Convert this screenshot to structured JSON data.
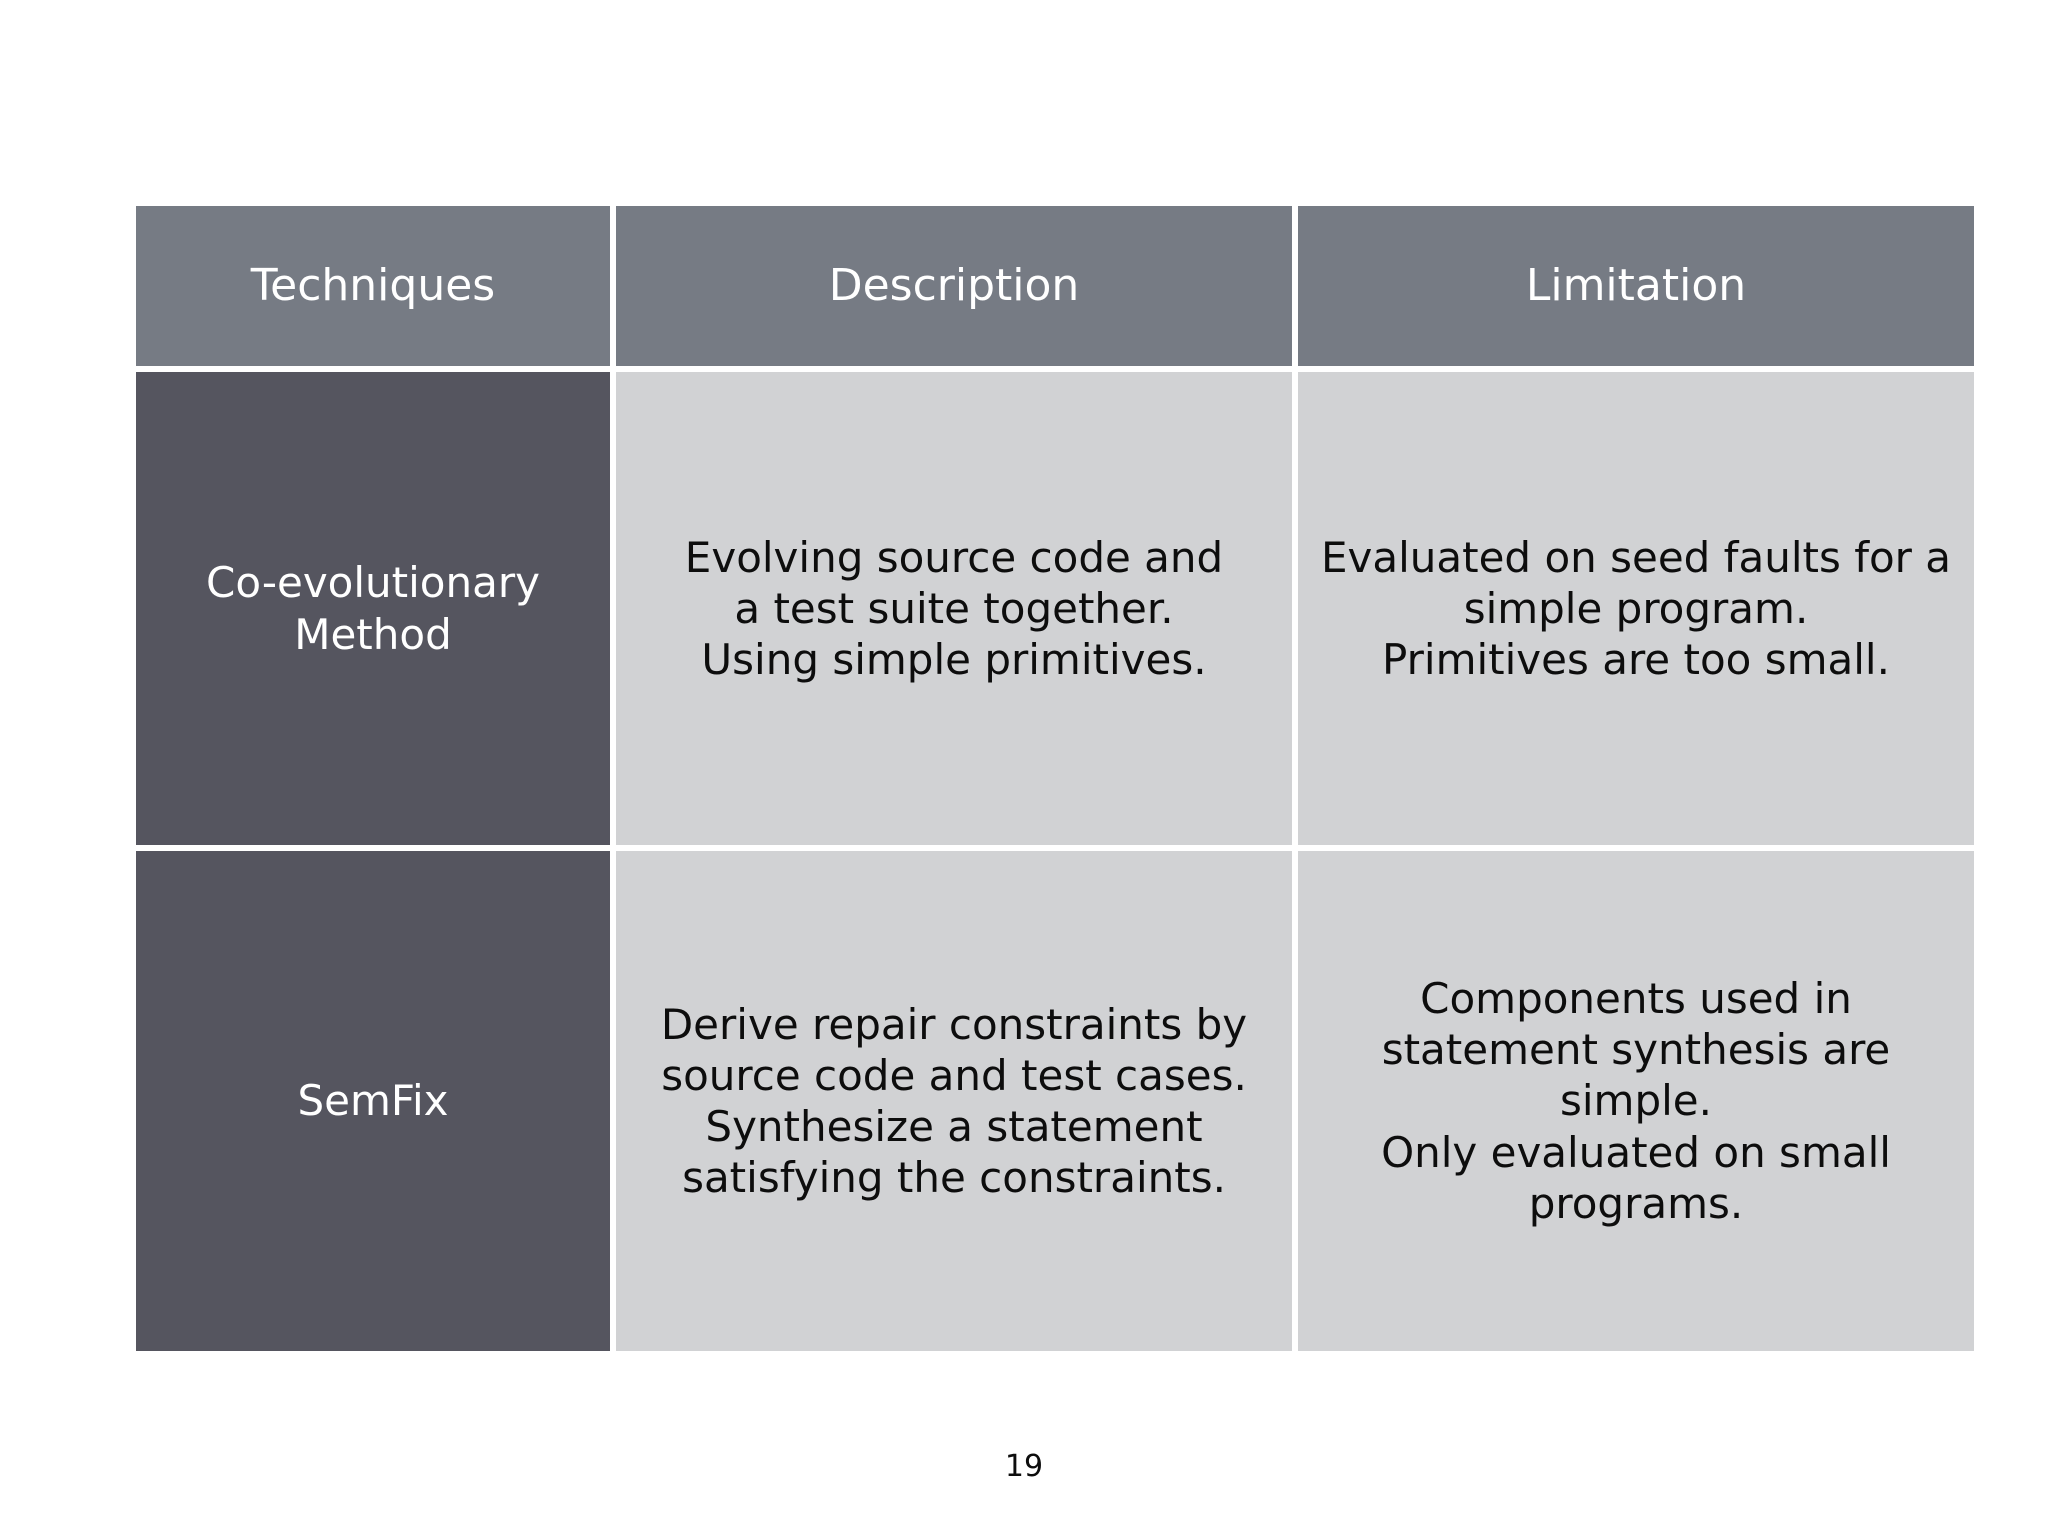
{
  "slide": {
    "page_number": "19",
    "colors": {
      "background": "#ffffff",
      "header_fill": "#767b84",
      "first_column_fill": "#55555f",
      "body_fill": "#d1d2d4",
      "header_text": "#ffffff",
      "first_column_text": "#ffffff",
      "body_text": "#0d0d0d",
      "grid_gap": "#ffffff"
    }
  },
  "table": {
    "headers": {
      "techniques": "Techniques",
      "description": "Description",
      "limitation": "Limitation"
    },
    "rows": [
      {
        "technique_lines": [
          "Co-evolutionary",
          "Method"
        ],
        "technique": "Co-evolutionary Method",
        "description_lines": [
          "Evolving source code and",
          "a test suite together.",
          "Using simple primitives."
        ],
        "description": "Evolving source code and a test suite together. Using simple primitives.",
        "limitation_lines": [
          "Evaluated on seed faults for a",
          "simple program.",
          "Primitives are too small."
        ],
        "limitation": "Evaluated on seed faults for a simple program. Primitives are too small."
      },
      {
        "technique_lines": [
          "SemFix"
        ],
        "technique": "SemFix",
        "description_lines": [
          "Derive repair constraints by",
          "source code and test cases.",
          "Synthesize a statement",
          "satisfying the constraints."
        ],
        "description": "Derive repair constraints by source code and test cases. Synthesize a statement satisfying the constraints.",
        "limitation_lines": [
          "Components used in",
          "statement synthesis are",
          "simple.",
          "Only evaluated on small",
          "programs."
        ],
        "limitation": "Components used in statement synthesis are simple. Only evaluated on small programs."
      }
    ]
  }
}
